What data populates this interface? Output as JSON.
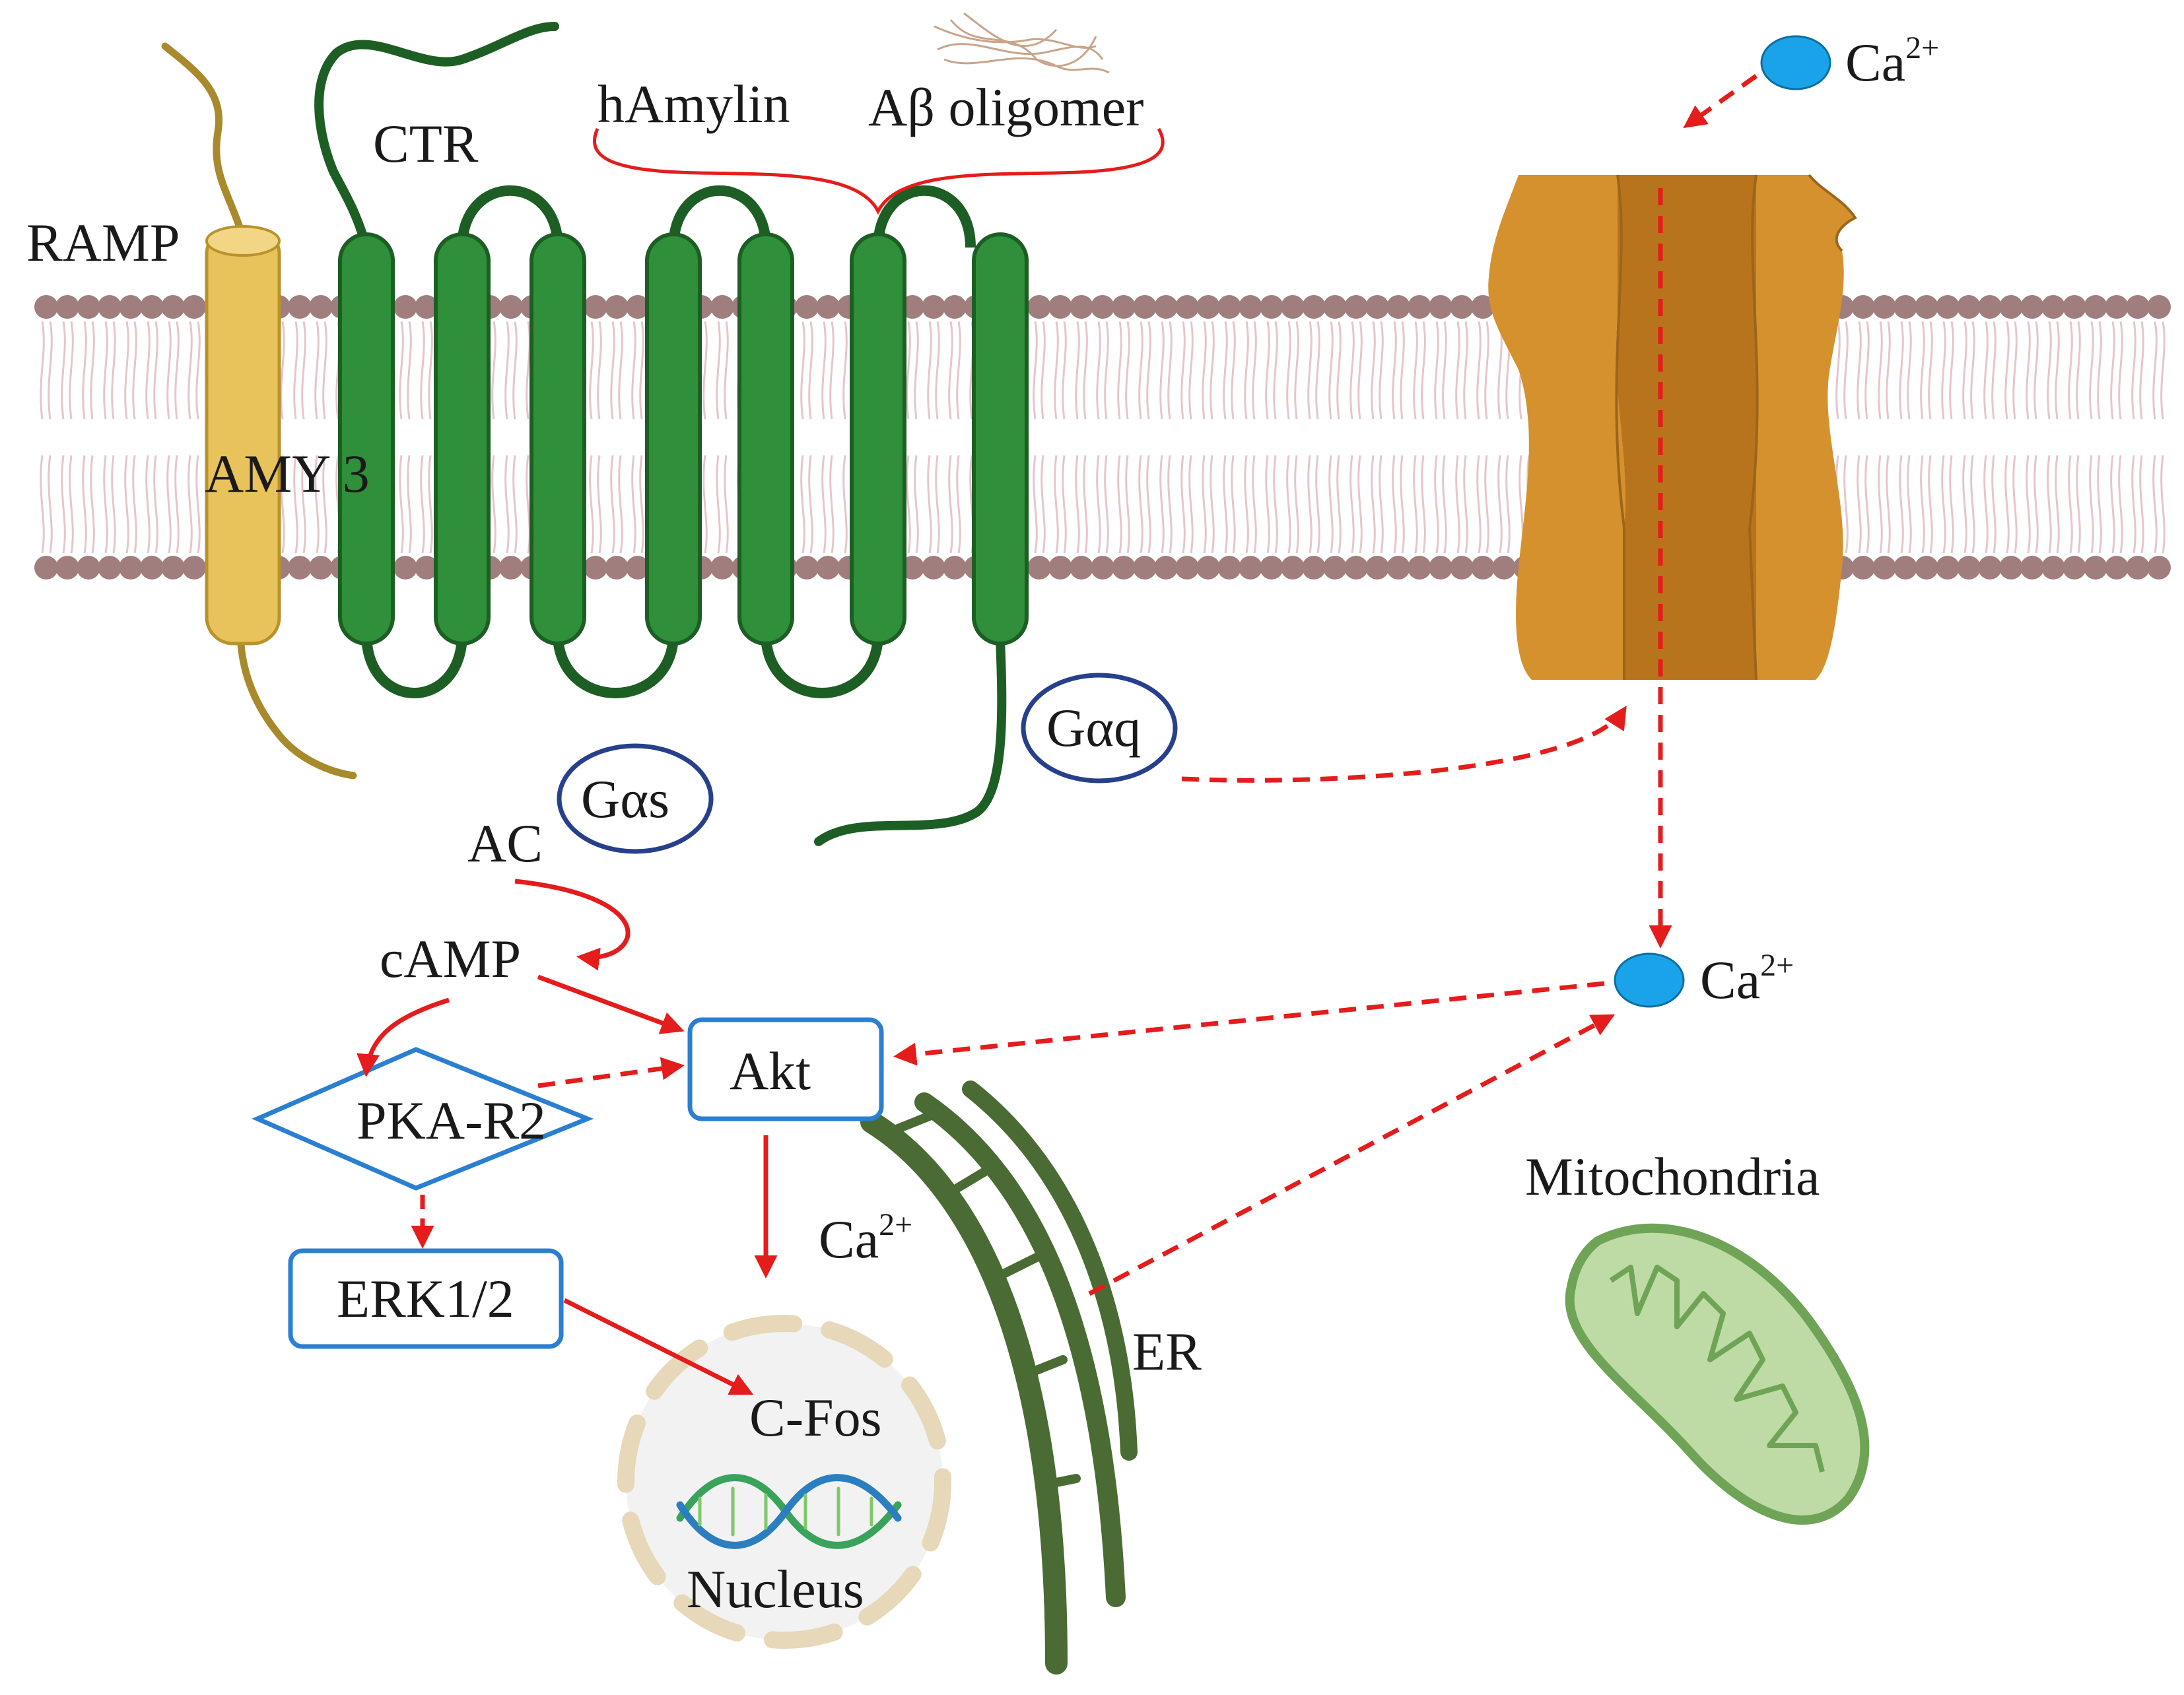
{
  "labels": {
    "ramp": "RAMP",
    "amy3": "AMY 3",
    "ctr": "CTR",
    "hamylin": "hAmylin",
    "abeta_oligomer": "Aβ oligomer",
    "gas": "Gαs",
    "gaq": "Gαq",
    "ac": "AC",
    "camp": "cAMP",
    "akt": "Akt",
    "pka_r2": "PKA-R2",
    "erk": "ERK1/2",
    "cfos": "C-Fos",
    "nucleus": "Nucleus",
    "er": "ER",
    "mitochondria": "Mitochondria",
    "ca_base": "Ca",
    "ca_charge": "2+"
  },
  "colors": {
    "membrane_head": "#a07e7e",
    "membrane_tail": "#e4c6cc",
    "receptor_green": "#2f8f3a",
    "receptor_outline": "#1d5e24",
    "ramp_gold": "#e8c25a",
    "ramp_tail": "#a88a2c",
    "channel": "#d4912e",
    "channel_dark": "#b8741c",
    "arrow_red": "#e51c1c",
    "box_blue": "#2a7fd0",
    "g_circle": "#27408b",
    "ca_blue": "#1aa3e8",
    "er_green": "#4a6b34",
    "mito_fill": "#bedba6",
    "mito_outline": "#6fa457",
    "nucleus_dash": "#e6d8b8",
    "dna_green": "#2e9b6e"
  }
}
